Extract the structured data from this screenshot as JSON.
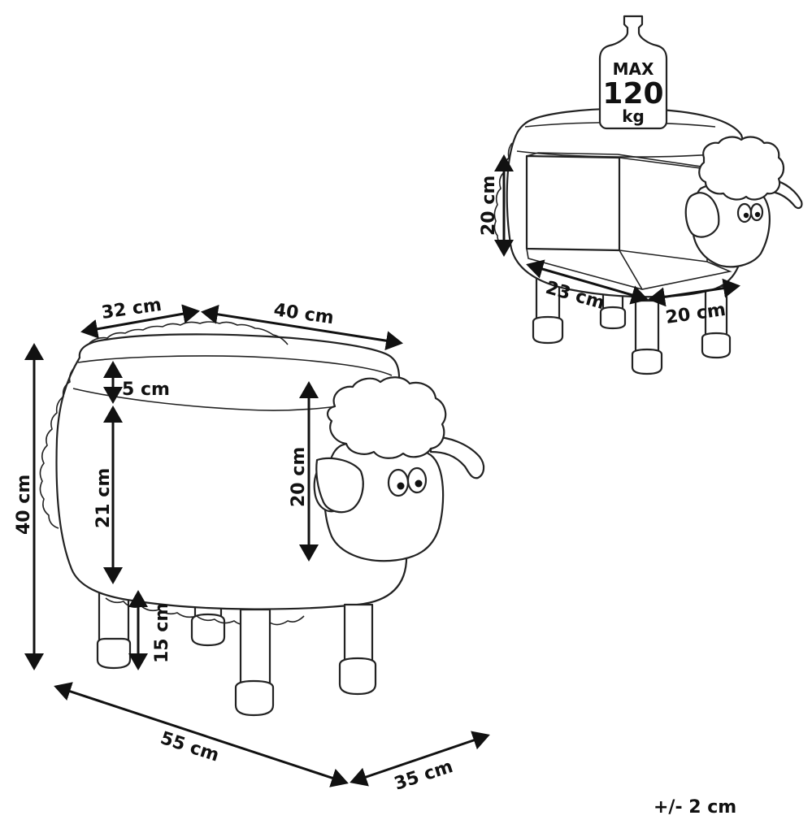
{
  "dimensions": {
    "top_depth": "32 cm",
    "top_length": "40 cm",
    "seat_cushion": "5 cm",
    "body_height": "21 cm",
    "head_height": "20 cm",
    "total_height": "40 cm",
    "leg_height": "15 cm",
    "base_length": "55 cm",
    "base_depth": "35 cm"
  },
  "storage": {
    "height": "20 cm",
    "length": "23 cm",
    "depth": "20 cm"
  },
  "weight": {
    "max_label": "MAX",
    "value": "120",
    "unit": "kg"
  },
  "tolerance": "+/- 2 cm",
  "colors": {
    "line": "#222222",
    "background": "#ffffff"
  }
}
